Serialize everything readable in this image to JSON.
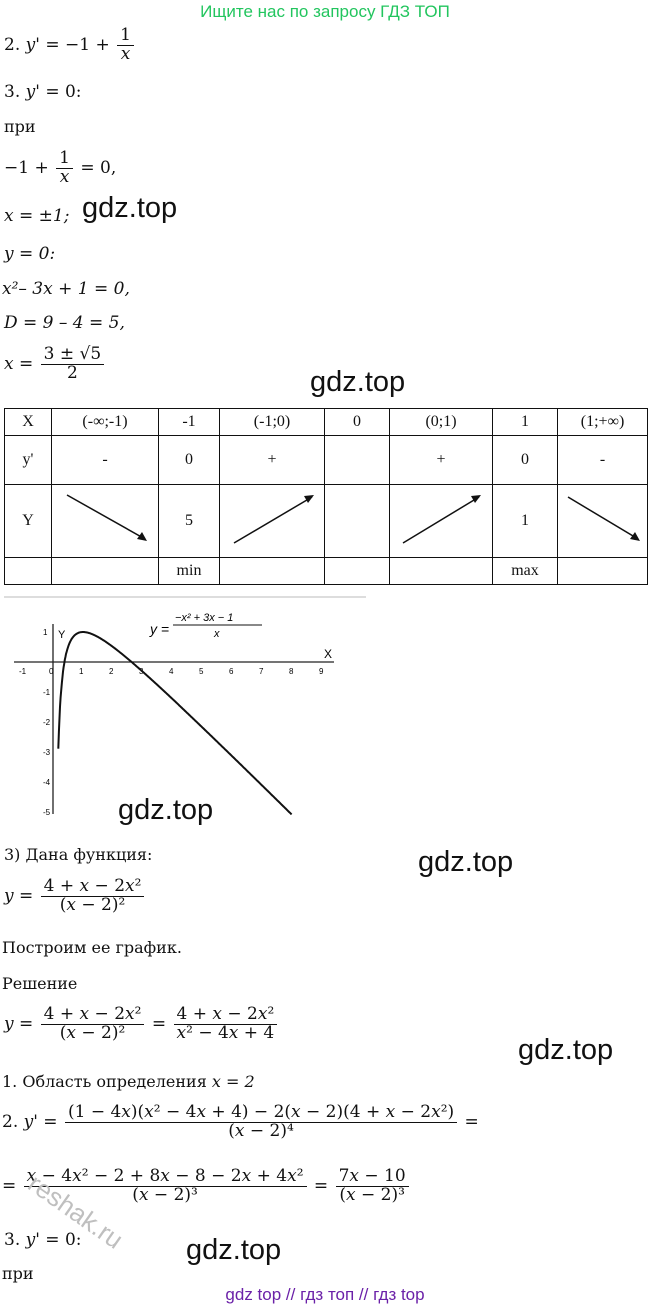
{
  "banner_top": "Ищите нас по запросу ГДЗ ТОП",
  "banner_bottom": "gdz top  //  гдз топ  //  гдз top",
  "watermark": "gdz.top",
  "lines": {
    "l2_label": "2.",
    "l3": "3.",
    "pri": "при",
    "x_pm1": "x  = ±1;",
    "y0": "y  =  0:",
    "quad": "x²– 3x + 1 = 0,",
    "disc": "D = 9 – 4 = 5,",
    "root_num": "3 ±  √5",
    "root_den": "2"
  },
  "table": {
    "x_row": [
      "X",
      "(-∞;-1)",
      "-1",
      "(-1;0)",
      "0",
      "(0;1)",
      "1",
      "(1;+∞)"
    ],
    "yp_row": [
      "y'",
      "-",
      "0",
      "+",
      "",
      "+",
      "0",
      "-"
    ],
    "y_row": [
      "Y",
      "",
      "5",
      "",
      "",
      "",
      "1",
      ""
    ],
    "ext_row": [
      "",
      "",
      "min",
      "",
      "",
      "",
      "max",
      ""
    ]
  },
  "graph": {
    "formula_label": "y = (−x² + 3x − 1) / x",
    "y_axis_label": "Y",
    "x_axis_label": "X",
    "x_ticks": [
      "-1",
      "0",
      "1",
      "2",
      "3",
      "4",
      "5",
      "6",
      "7",
      "8",
      "9"
    ],
    "y_ticks": [
      "1",
      "-1",
      "-2",
      "-3",
      "-4",
      "-5"
    ]
  },
  "section3": {
    "heading": "3) Дана функция:",
    "build": "Построим ее график.",
    "solution": "Решение",
    "domain": "1. Область определения",
    "domain_eq": "x = 2",
    "stamp": "reshak.ru"
  }
}
